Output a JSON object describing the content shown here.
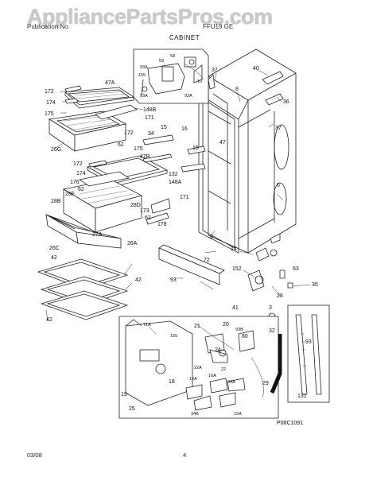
{
  "watermark": "AppliancePartsPros.com",
  "header": {
    "left": "Publication No.",
    "right": "FFU19 GE"
  },
  "section_title": "CABINET",
  "diagram_code": "P08C1091",
  "footer": {
    "date": "03/08",
    "page": "4"
  },
  "callouts": {
    "c40": "40",
    "c37a": "37",
    "c8": "8",
    "c36": "36",
    "c37b": "37",
    "c59": "59",
    "c58": "58",
    "c93a": "93A",
    "c155": "155",
    "c93a2": "93A",
    "c93a3": "93A",
    "c10": "10",
    "c47a": "47A",
    "c172a": "172",
    "c174a": "174",
    "c175a": "175",
    "c148b": "148B",
    "c171a": "171",
    "c26g": "26G",
    "c172b": "172",
    "c62a": "62",
    "c34": "34",
    "c15a": "15",
    "c16": "16",
    "c15b": "15",
    "c175b": "175",
    "c47b": "47B",
    "c47": "47",
    "c172c": "172",
    "c174b": "174",
    "c176": "176",
    "c62b": "62",
    "c28f": "28F",
    "c28b": "28B",
    "c132": "132",
    "c148a": "148A",
    "c171b": "171",
    "c6": "6",
    "c28d": "28D",
    "c173": "173",
    "c62c": "62",
    "c27a": "27A",
    "c178": "178",
    "c26a": "26A",
    "c26c": "26C",
    "c9": "9",
    "c14": "14",
    "c72": "72",
    "c42a": "42",
    "c42b": "42",
    "c93b": "93",
    "c152": "152",
    "c63": "63",
    "c35": "35",
    "c28": "28",
    "c41": "41",
    "c3": "3",
    "c42c": "42",
    "c32": "32",
    "c71a": "71A",
    "c21": "21",
    "c20": "20",
    "c93b2": "93B",
    "c155b": "155",
    "c80": "80",
    "c24": "24",
    "c22a": "22A",
    "c22": "22",
    "c18": "18",
    "c15a2": "15A",
    "c16a": "16A",
    "c34a": "34A",
    "c19": "19",
    "c25": "25",
    "c34b": "34B",
    "c15a3": "15A",
    "c29": "29",
    "c93c": "93",
    "c131": "131"
  }
}
